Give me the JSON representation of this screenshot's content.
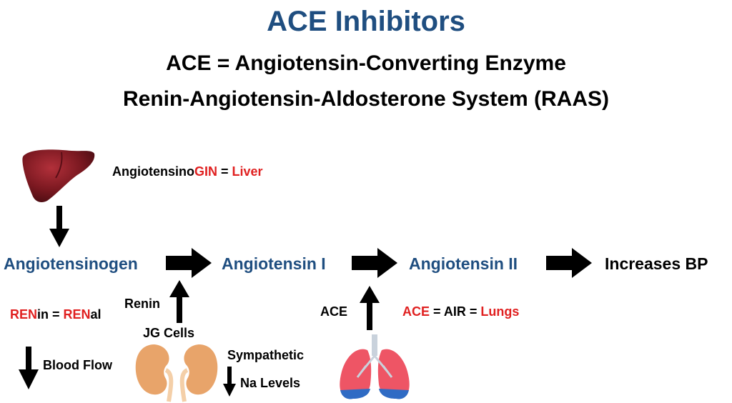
{
  "header": {
    "title": "ACE Inhibitors",
    "subtitle1": "ACE = Angiotensin-Converting Enzyme",
    "subtitle2": "Renin-Angiotensin-Aldosterone System (RAAS)"
  },
  "liver_note": {
    "prefix": "Angiotensino",
    "highlight": "GIN",
    "eq": " = ",
    "organ": "Liver"
  },
  "pathway": {
    "step1": "Angiotensinogen",
    "step2": "Angiotensin I",
    "step3": "Angiotensin II",
    "step4": "Increases BP"
  },
  "renin_note": {
    "a_red": "REN",
    "a_black": "in = ",
    "b_red": "REN",
    "b_black": "al"
  },
  "labels": {
    "renin": "Renin",
    "jg_cells": "JG Cells",
    "blood_flow": "Blood Flow",
    "sympathetic": "Sympathetic",
    "na_levels": "Na Levels",
    "ace": "ACE"
  },
  "ace_note": {
    "ace": "ACE",
    "mid": " = AIR = ",
    "lungs": "Lungs"
  },
  "colors": {
    "blue": "#1f4e80",
    "red": "#e02020",
    "black": "#000000"
  }
}
